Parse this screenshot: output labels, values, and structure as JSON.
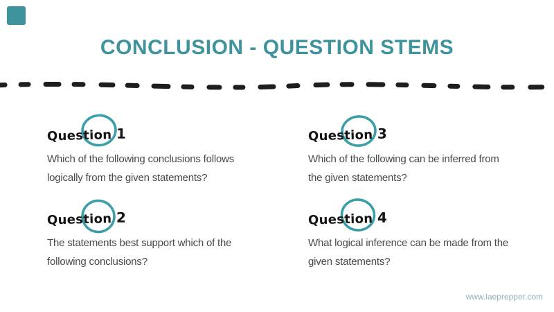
{
  "slide": {
    "title": "CONCLUSION - QUESTION STEMS",
    "footer_url": "www.laeprepper.com",
    "colors": {
      "accent_teal": "#3F939C",
      "circle_teal": "#3C9EA6",
      "dash_black": "#1E1E1E",
      "body_gray": "#45484D",
      "label_black": "#141414",
      "footer_teal_gray": "#8FB2B7"
    }
  },
  "questions": [
    {
      "label": "Question",
      "number": "1",
      "line1": "Which of the following conclusions follows",
      "line2": "logically from the given statements?"
    },
    {
      "label": "Question",
      "number": "2",
      "line1": "The statements best support which of the",
      "line2": "following conclusions?"
    },
    {
      "label": "Question",
      "number": "3",
      "line1": "Which of the following can be inferred from",
      "line2": "the given statements?"
    },
    {
      "label": "Question",
      "number": "4",
      "line1": "What logical inference can be made from the",
      "line2": "given statements?"
    }
  ]
}
